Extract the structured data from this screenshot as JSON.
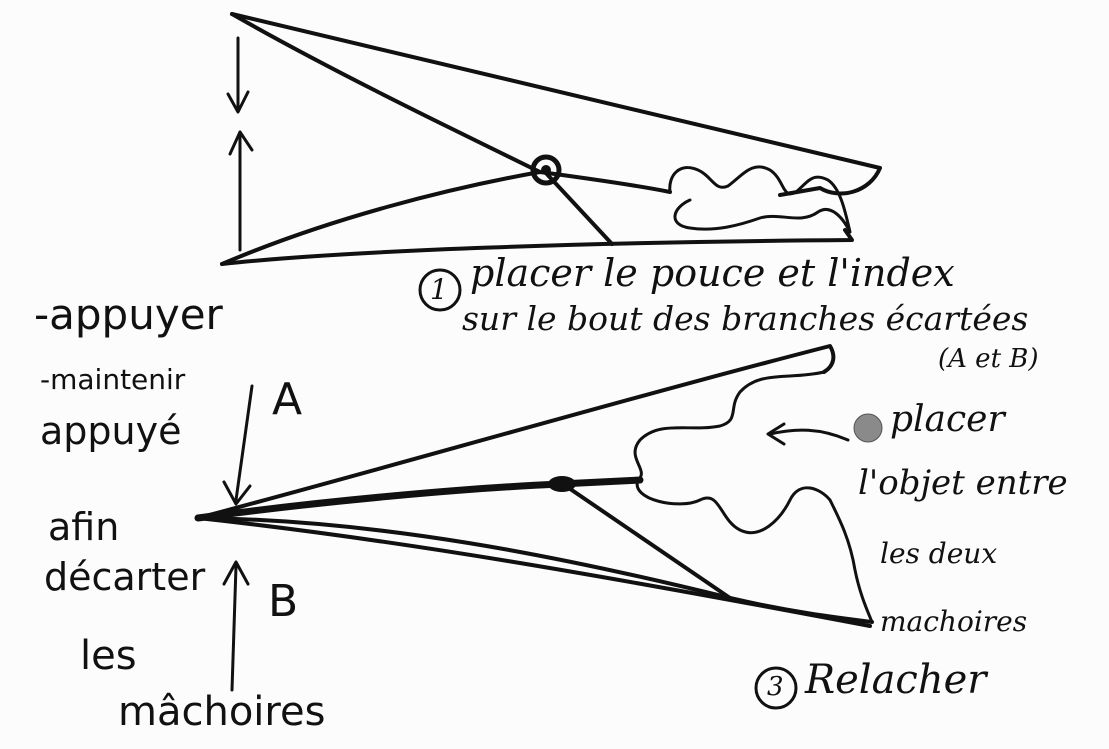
{
  "diagram": {
    "step1": {
      "number": "1",
      "line1": "placer le pouce et l'index",
      "line2": "sur le bout des branches écartées",
      "line3": "(A et B)"
    },
    "step2": {
      "line1": "placer",
      "line2": "l'objet entre",
      "line3": "les deux",
      "line4": "machoires"
    },
    "step3": {
      "number": "3",
      "label": "Relacher"
    },
    "left_notes": {
      "appuyer": "-appuyer",
      "maintenir": "-maintenir",
      "appuye": "appuyé",
      "afin": "afin",
      "decarter": "décarter",
      "les": "les",
      "machoires": "mâchoires"
    },
    "point_labels": {
      "a": "A",
      "b": "B"
    },
    "colors": {
      "ink": "#111111",
      "background": "#fcfcfc",
      "dot": "#8a8a8a"
    }
  }
}
